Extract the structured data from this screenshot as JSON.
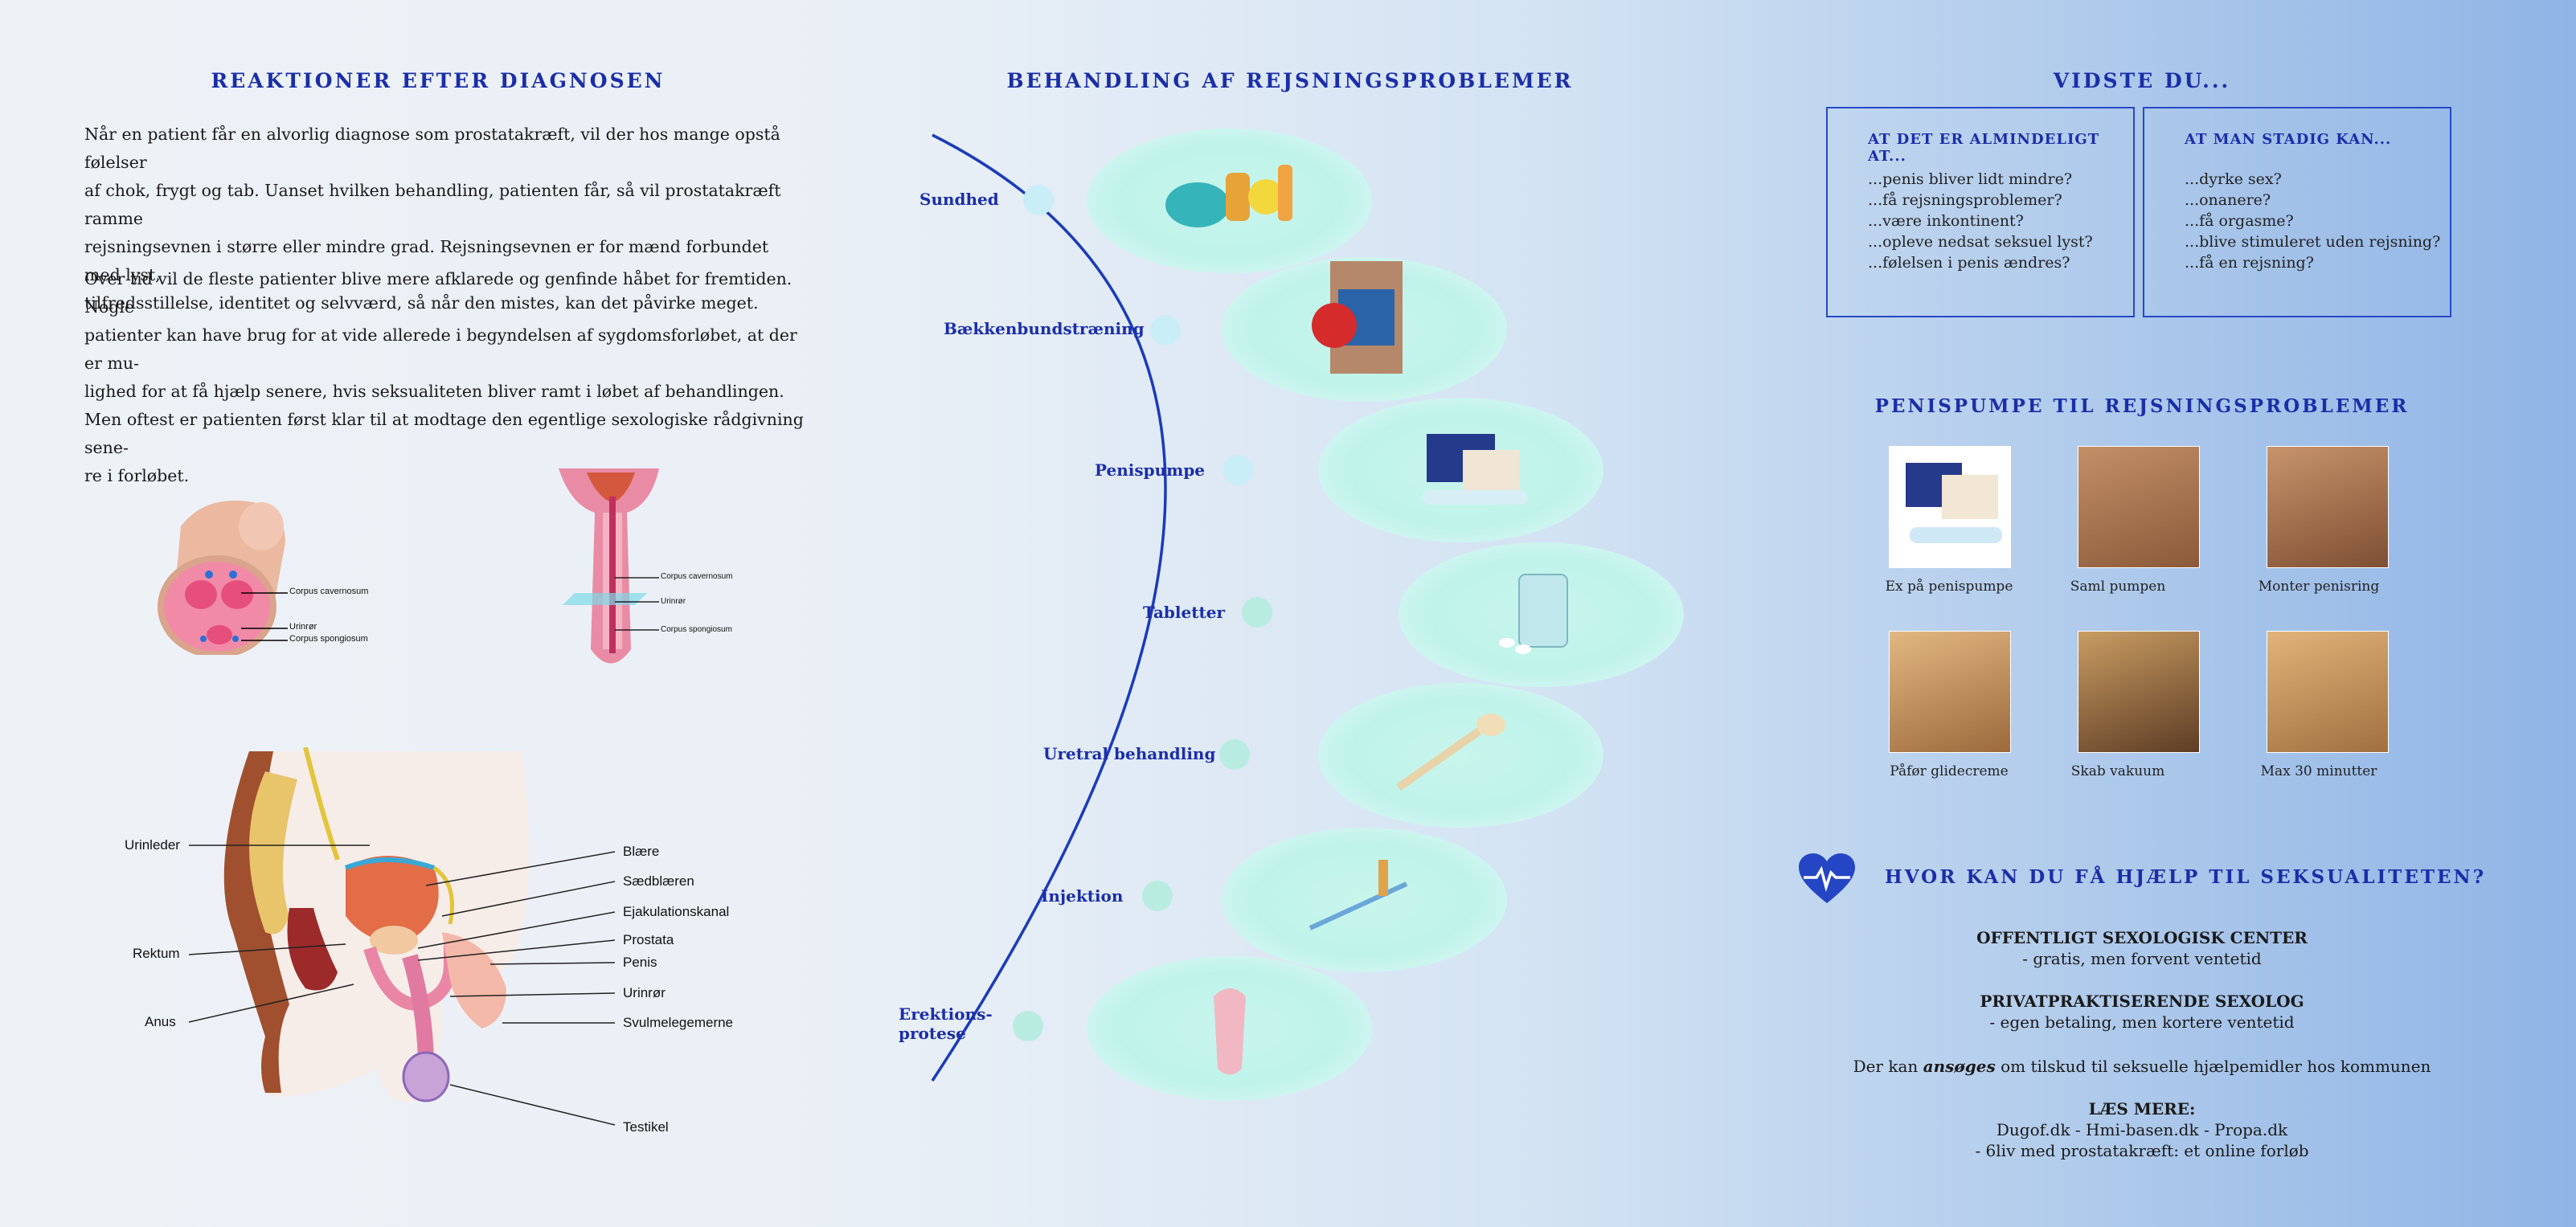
{
  "left": {
    "heading": "REAKTIONER EFTER DIAGNOSEN",
    "para1": [
      "Når en patient får en alvorlig diagnose som prostatakræft, vil der hos mange opstå følelser",
      "af chok, frygt og tab. Uanset hvilken behandling, patienten får, så vil prostatakræft ramme",
      "rejsningsevnen i større eller mindre grad. Rejsningsevnen er for mænd forbundet med lyst,",
      "tilfredsstillelse, identitet og selvværd, så når den mistes, kan det påvirke meget."
    ],
    "para2": [
      "Over tid vil de fleste patienter blive mere afklarede og genfinde håbet for fremtiden. Nogle",
      "patienter kan have brug for at vide allerede i begyndelsen af sygdomsforløbet, at der er mu-",
      "lighed for at få hjælp senere, hvis seksualiteten bliver ramt i løbet af behandlingen.",
      "Men oftest er patienten først klar til at modtage den egentlige sexologiske rådgivning sene-",
      "re i forløbet."
    ],
    "cross_labels": [
      "Corpus cavernosum",
      "Urinrør",
      "Corpus spongiosum"
    ],
    "long_labels": [
      "Corpus cavernosum",
      "Urinrør",
      "Corpus spongiosum"
    ],
    "anatomy_left": [
      "Urinleder",
      "Rektum",
      "Anus"
    ],
    "anatomy_right": [
      "Blære",
      "Sædblæren",
      "Ejakulationskanal",
      "Prostata",
      "Penis",
      "Urinrør",
      "Svulmelegemerne",
      "Testikel"
    ]
  },
  "middle": {
    "heading": "BEHANDLING AF REJSNINGSPROBLEMER",
    "steps": [
      "Sundhed",
      "Bækkenbundstræning",
      "Penispumpe",
      "Tabletter",
      "Uretral behandling",
      "Injektion"
    ],
    "last_step": [
      "Erektions-",
      "protese"
    ]
  },
  "right": {
    "heading": "VIDSTE DU...",
    "box1": {
      "title": "AT DET ER ALMINDELIGT AT...",
      "items": [
        "...penis bliver lidt mindre?",
        "...få rejsningsproblemer?",
        "...være inkontinent?",
        "...opleve nedsat seksuel lyst?",
        "...følelsen i penis ændres?"
      ]
    },
    "box2": {
      "title": "AT MAN STADIG KAN...",
      "items": [
        "...dyrke sex?",
        "...onanere?",
        "...få orgasme?",
        "...blive stimuleret uden rejsning?",
        "...få en rejsning?"
      ]
    },
    "pump_heading": "PENISPUMPE TIL REJSNINGSPROBLEMER",
    "captions": [
      "Ex på penispumpe",
      "Saml pumpen",
      "Monter penisring",
      "Påfør glidecreme",
      "Skab vakuum",
      "Max 30 minutter"
    ],
    "help_heading": "HVOR KAN DU FÅ HJÆLP TIL SEKSUALITETEN?",
    "public_title": "OFFENTLIGT SEXOLOGISK CENTER",
    "public_sub": "- gratis, men forvent ventetid",
    "private_title": "PRIVATPRAKTISERENDE SEXOLOG",
    "private_sub": "- egen betaling, men kortere ventetid",
    "apply_pre": "Der kan ",
    "apply_em": "ansøges",
    "apply_post": " om tilskud til seksuelle hjælpemidler hos kommunen",
    "read_title": "LÆS MERE:",
    "read_line1": "Dugof.dk - Hmi-basen.dk - Propa.dk",
    "read_line2": "- 6liv med prostatakræft: et online forløb"
  },
  "colors": {
    "heading_blue": "#1b2ea8",
    "box_border": "#2748c6",
    "blob": "#c8f5ec",
    "dot": "#b9ece1"
  }
}
